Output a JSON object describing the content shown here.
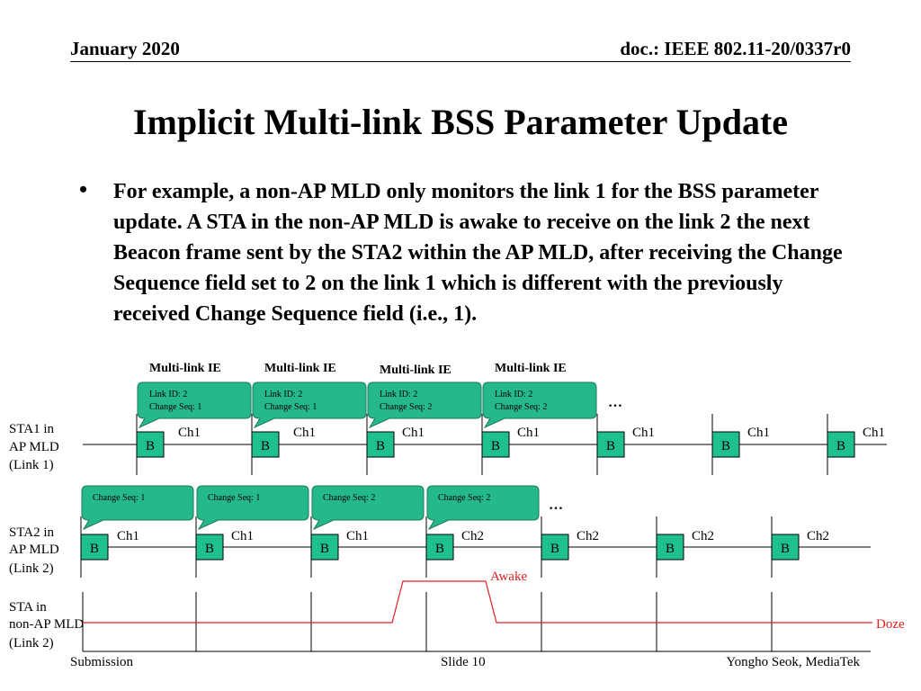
{
  "header": {
    "date": "January 2020",
    "doc": "doc.: IEEE 802.11-20/0337r0"
  },
  "title": "Implicit Multi-link BSS Parameter Update",
  "bullet": {
    "marker": "•",
    "text": "For example, a non-AP MLD only monitors the link 1 for the BSS parameter update. A STA in the non-AP MLD is awake to receive on the link 2 the next Beacon frame sent by the STA2 within the AP MLD, after receiving the Change Sequence field set to 2 on the link 1 which is different with the previously received Change Sequence field (i.e., 1)."
  },
  "diagram": {
    "rows": [
      {
        "label": [
          "STA1 in",
          "AP MLD",
          "(Link 1)"
        ]
      },
      {
        "label": [
          "STA2 in",
          "AP MLD",
          "(Link 2)"
        ]
      },
      {
        "label": [
          "STA in",
          "non-AP MLD",
          "(Link 2)"
        ]
      }
    ],
    "beacon_label": "B",
    "ellipsis": "…",
    "link1_beacons": [
      {
        "channel": "Ch1",
        "callout": {
          "header": "Multi-link IE",
          "line1": "Link ID: 2",
          "line2": "Change Seq: 1"
        }
      },
      {
        "channel": "Ch1",
        "callout": {
          "header": "Multi-link IE",
          "line1": "Link ID: 2",
          "line2": "Change Seq: 1"
        }
      },
      {
        "channel": "Ch1",
        "callout": {
          "header": "Multi-link IE",
          "line1": "Link ID: 2",
          "line2": "Change Seq: 2"
        }
      },
      {
        "channel": "Ch1",
        "callout": {
          "header": "Multi-link IE",
          "line1": "Link ID: 2",
          "line2": "Change Seq: 2"
        }
      },
      {
        "channel": "Ch1"
      },
      {
        "channel": "Ch1"
      },
      {
        "channel": "Ch1"
      }
    ],
    "link2_beacons": [
      {
        "channel": "Ch1",
        "callout": "Change Seq: 1"
      },
      {
        "channel": "Ch1",
        "callout": "Change Seq: 1"
      },
      {
        "channel": "Ch1",
        "callout": "Change Seq: 2"
      },
      {
        "channel": "Ch2",
        "callout": "Change Seq: 2"
      },
      {
        "channel": "Ch2"
      },
      {
        "channel": "Ch2"
      },
      {
        "channel": "Ch2"
      }
    ],
    "awake_label": "Awake",
    "doze_label": "Doze",
    "colors": {
      "beacon_fill": "#1fbf8f",
      "callout_fill": "#25b88b",
      "power_line": "#e02020"
    }
  },
  "footer": {
    "left": "Submission",
    "middle": "Slide 10",
    "right": "Yongho Seok, MediaTek"
  }
}
